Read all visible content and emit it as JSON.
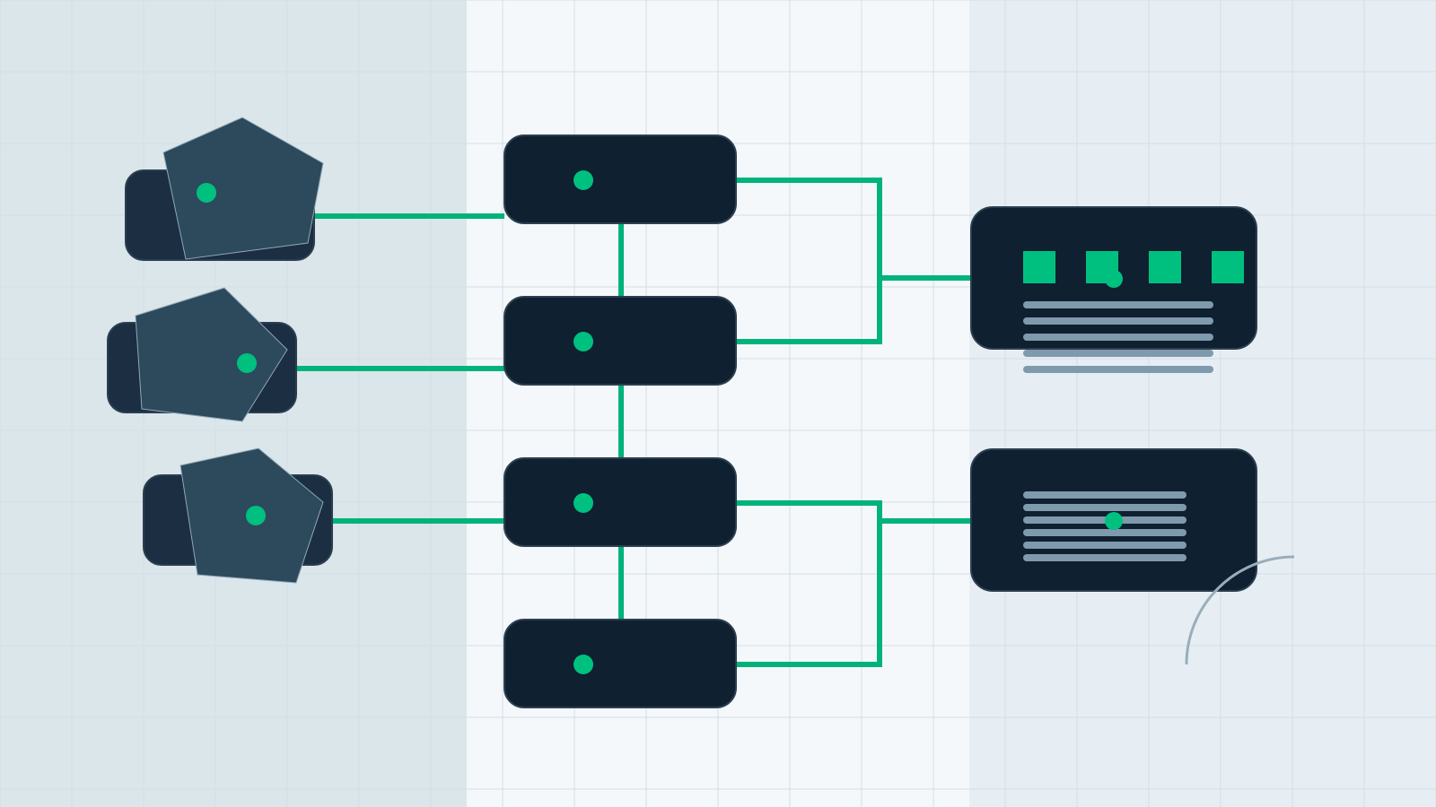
{
  "colors": {
    "left_panel": "#dbe6eb",
    "center_panel": "#f4f8fb",
    "right_panel": "#e6eef4",
    "grid_line": "#d3dee6",
    "node_fill": "#0f2030",
    "node_stroke": "#2c3f50",
    "source_back_fill": "#1b2e42",
    "source_front_fill": "#2c4a5c",
    "source_front_stroke": "#8ea8b8",
    "accent": "#00c080",
    "connector": "#00b37a",
    "text_line": "#7f9aac",
    "arc": "#98aebb"
  },
  "diagram": {
    "sources": [
      {
        "id": "source-1",
        "icon": "pentagon-shape"
      },
      {
        "id": "source-2",
        "icon": "pentagon-shape"
      },
      {
        "id": "source-3",
        "icon": "pentagon-shape"
      }
    ],
    "processors": [
      {
        "id": "processor-1"
      },
      {
        "id": "processor-2"
      },
      {
        "id": "processor-3"
      },
      {
        "id": "processor-4"
      }
    ],
    "outputs": [
      {
        "id": "output-1",
        "kind": "grid-with-text-lines",
        "squares": 4,
        "lines": 5
      },
      {
        "id": "output-2",
        "kind": "text-lines",
        "lines": 6
      }
    ],
    "connections": [
      {
        "from": "source-1",
        "to": "processor-1"
      },
      {
        "from": "source-2",
        "to": "processor-2"
      },
      {
        "from": "source-3",
        "to": "processor-3"
      },
      {
        "from": "processor-1",
        "to": "processor-2"
      },
      {
        "from": "processor-2",
        "to": "processor-3"
      },
      {
        "from": "processor-3",
        "to": "processor-4"
      },
      {
        "from": "processor-1",
        "to": "output-1"
      },
      {
        "from": "processor-2",
        "to": "output-1"
      },
      {
        "from": "processor-3",
        "to": "output-2"
      },
      {
        "from": "processor-4",
        "to": "output-2"
      }
    ]
  }
}
